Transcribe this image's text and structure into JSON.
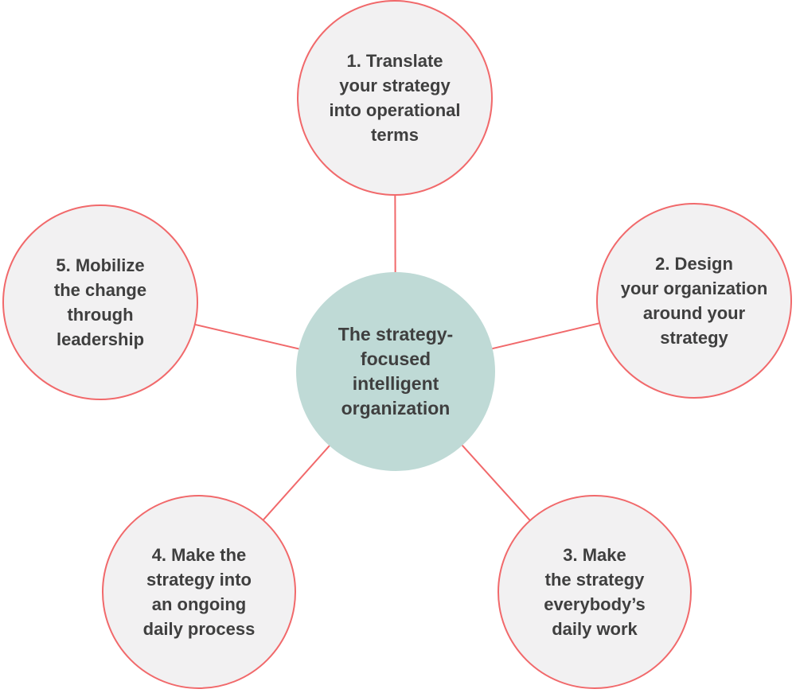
{
  "diagram": {
    "type": "radial-cycle-diagram",
    "center": {
      "label_lines": [
        "The strategy-",
        "focused",
        "intelligent",
        "organization"
      ],
      "label_text": "The strategy-focused intelligent organization"
    },
    "nodes": [
      {
        "id": 1,
        "label_lines": [
          "1. Translate",
          "your strategy",
          "into operational",
          "terms"
        ],
        "label_text": "1. Translate your strategy into operational terms",
        "position": "top"
      },
      {
        "id": 2,
        "label_lines": [
          "2. Design",
          "your organization",
          "around your",
          "strategy"
        ],
        "label_text": "2. Design your organization around your strategy",
        "position": "right"
      },
      {
        "id": 3,
        "label_lines": [
          "3. Make",
          "the strategy",
          "everybody’s",
          "daily work"
        ],
        "label_text": "3. Make the strategy everybody’s daily work",
        "position": "bottom-right"
      },
      {
        "id": 4,
        "label_lines": [
          "4. Make the",
          "strategy into",
          "an ongoing",
          "daily process"
        ],
        "label_text": "4. Make the strategy into an ongoing daily process",
        "position": "bottom-left"
      },
      {
        "id": 5,
        "label_lines": [
          "5. Mobilize",
          "the change",
          "through",
          "leadership"
        ],
        "label_text": "5. Mobilize the change through leadership",
        "position": "left"
      }
    ],
    "colors": {
      "background": "#ffffff",
      "outer_node_fill": "#f2f1f2",
      "outer_node_border": "#f1696b",
      "center_node_fill": "#bfdad6",
      "connector_line": "#f1696b",
      "text": "#3f3f3f"
    }
  }
}
